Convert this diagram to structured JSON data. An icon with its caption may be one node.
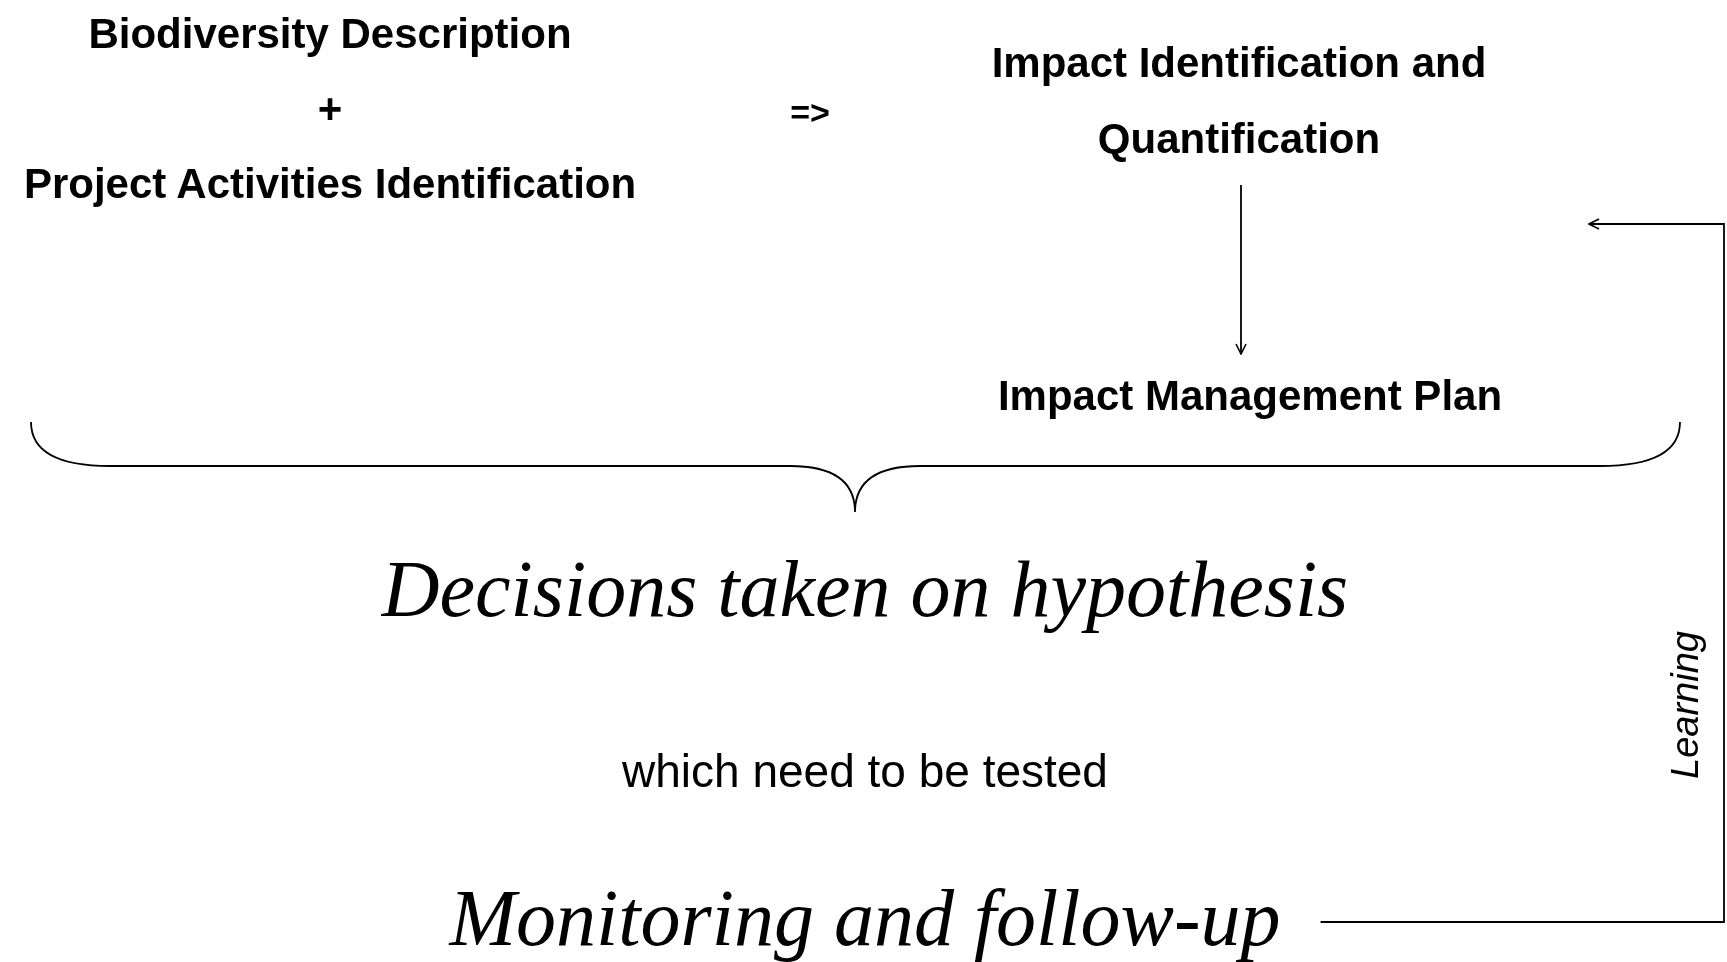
{
  "diagram": {
    "nodes": [
      {
        "text": [
          "Biodiversity Description",
          "+",
          "Project Activities Identification"
        ]
      },
      {
        "text": [
          "Impact Identification and Quantification"
        ]
      },
      {
        "text": [
          "Impact Management Plan"
        ]
      },
      {
        "text": [
          "Monitoring and follow-up"
        ]
      }
    ],
    "edges": [
      {
        "from": 1,
        "to": 2,
        "arrow": "to"
      },
      {
        "from": 3,
        "to": null,
        "arrow": "to",
        "label": "Learning"
      }
    ],
    "labels": [
      "=>",
      "Decisions taken on hypothesis",
      "which need to be tested"
    ]
  }
}
